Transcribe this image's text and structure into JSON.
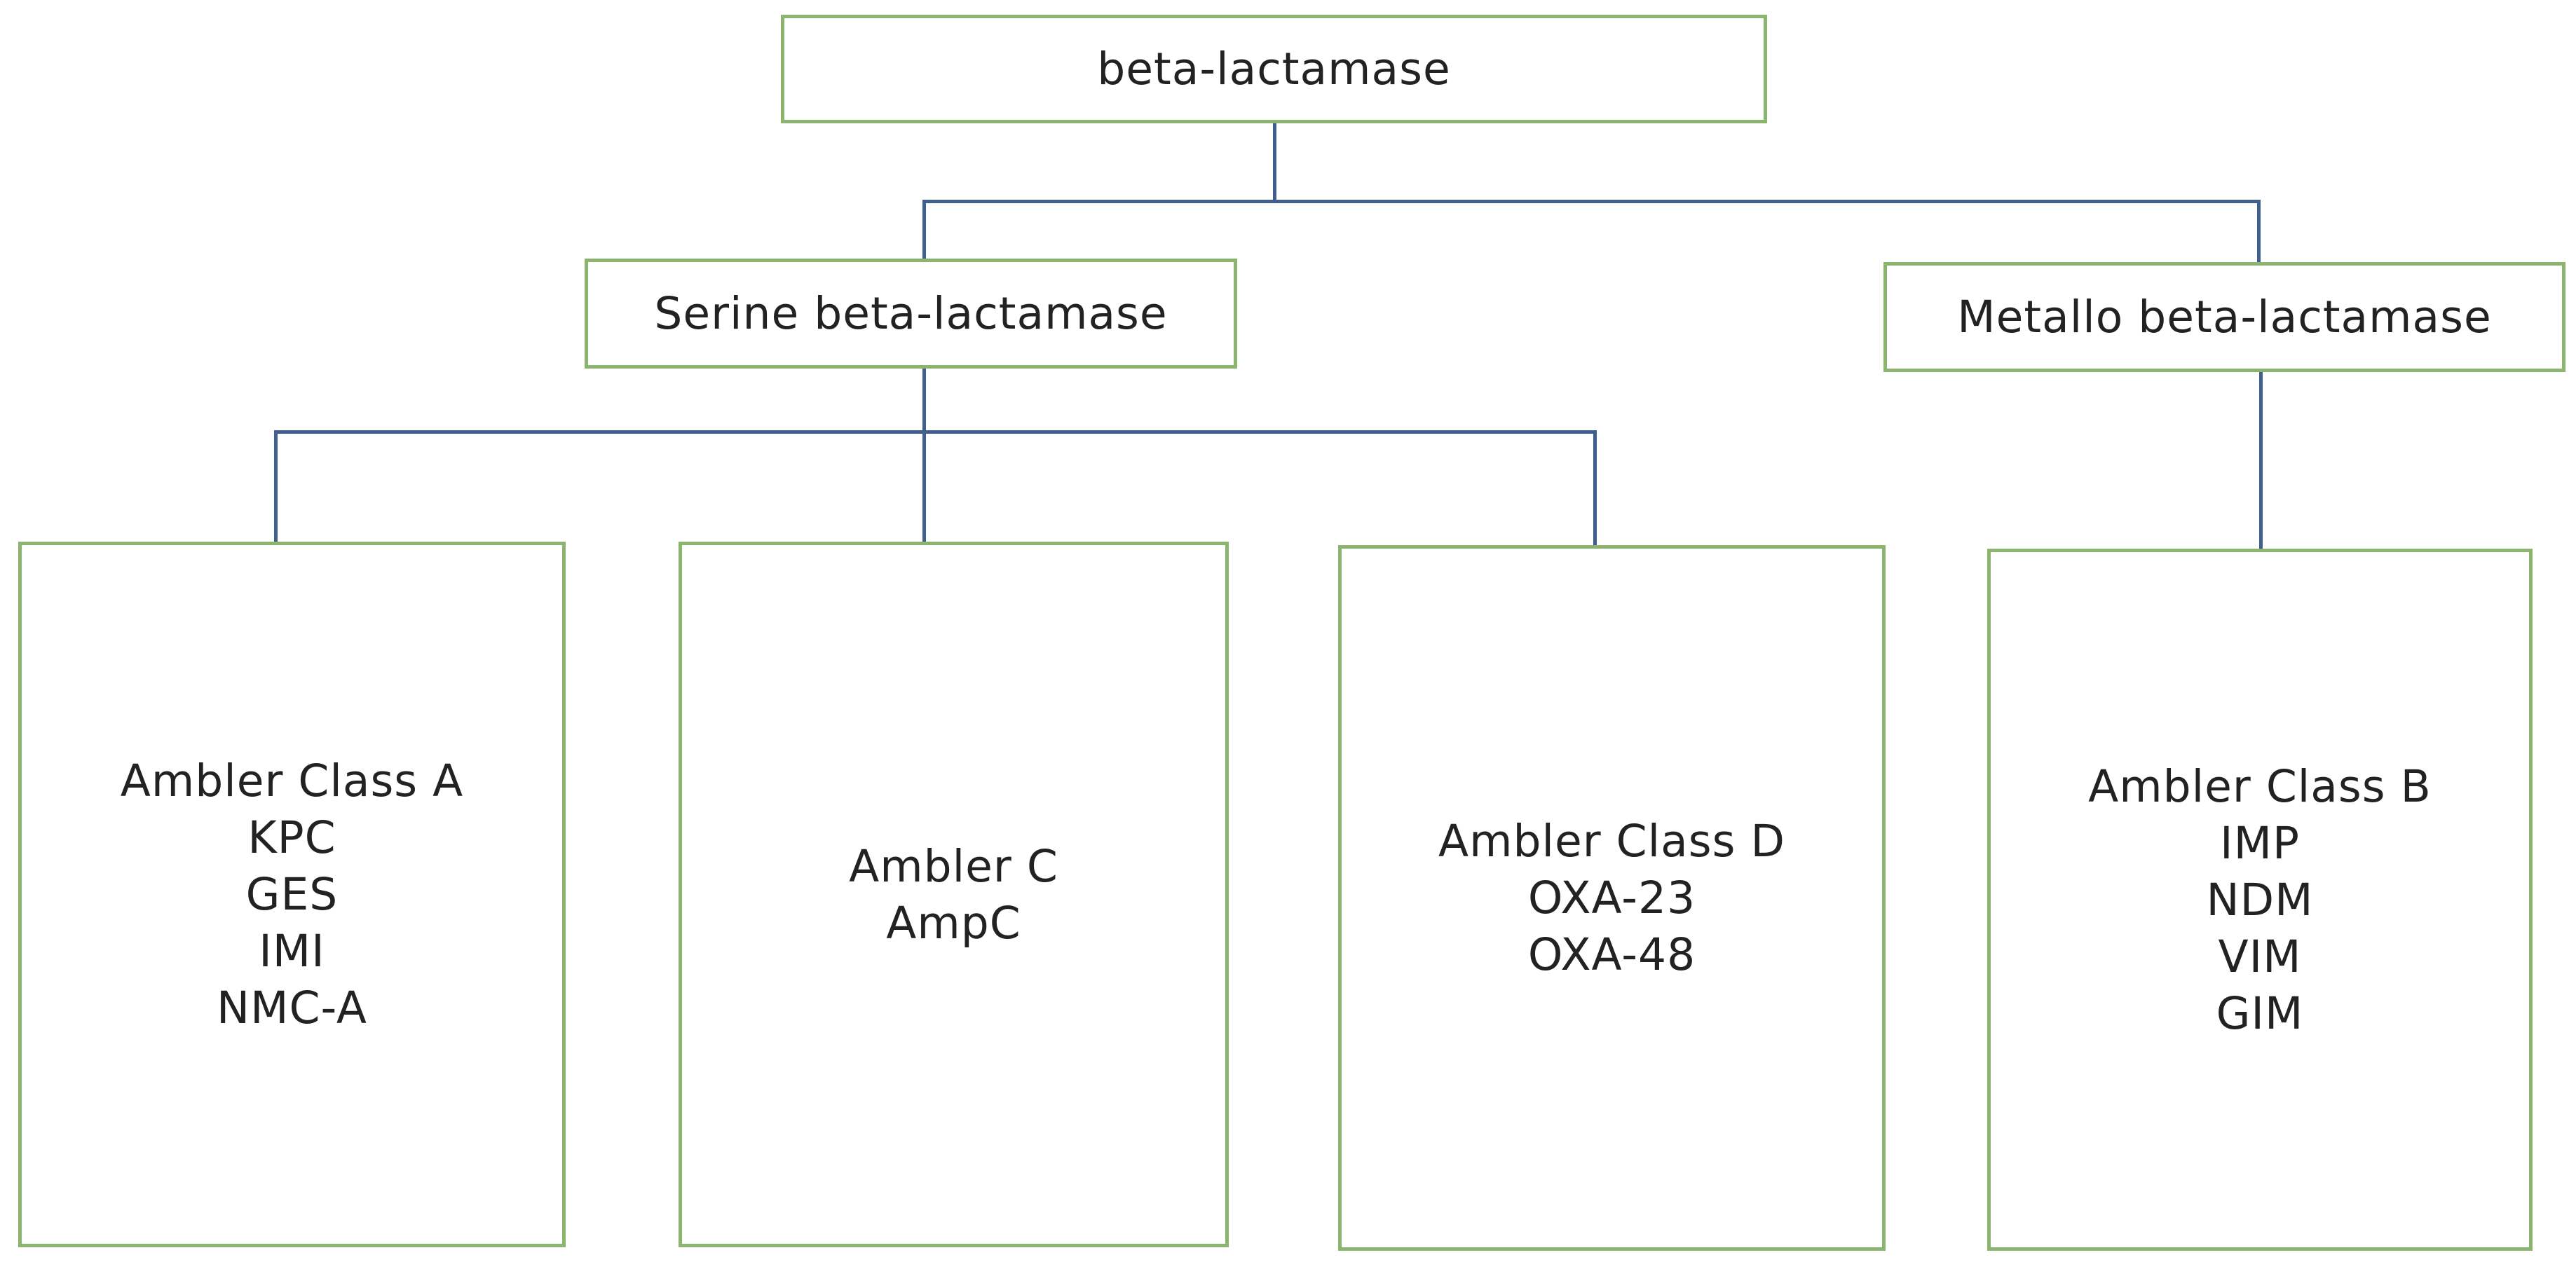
{
  "diagram": {
    "root": {
      "label": "beta-lactamase"
    },
    "serine": {
      "label": "Serine beta-lactamase"
    },
    "metallo": {
      "label": "Metallo beta-lactamase"
    },
    "leaves": [
      {
        "lines": [
          "Ambler Class A",
          "KPC",
          "GES",
          "IMI",
          "NMC-A"
        ]
      },
      {
        "lines": [
          "Ambler C",
          "AmpC"
        ]
      },
      {
        "lines": [
          "Ambler Class D",
          "OXA-23",
          "OXA-48"
        ]
      },
      {
        "lines": [
          "Ambler Class B",
          "IMP",
          "NDM",
          "VIM",
          "GIM"
        ]
      }
    ],
    "colors": {
      "box_border": "#8bb56e",
      "connector": "#3f5f8f",
      "text": "#222222",
      "background": "#ffffff"
    }
  }
}
